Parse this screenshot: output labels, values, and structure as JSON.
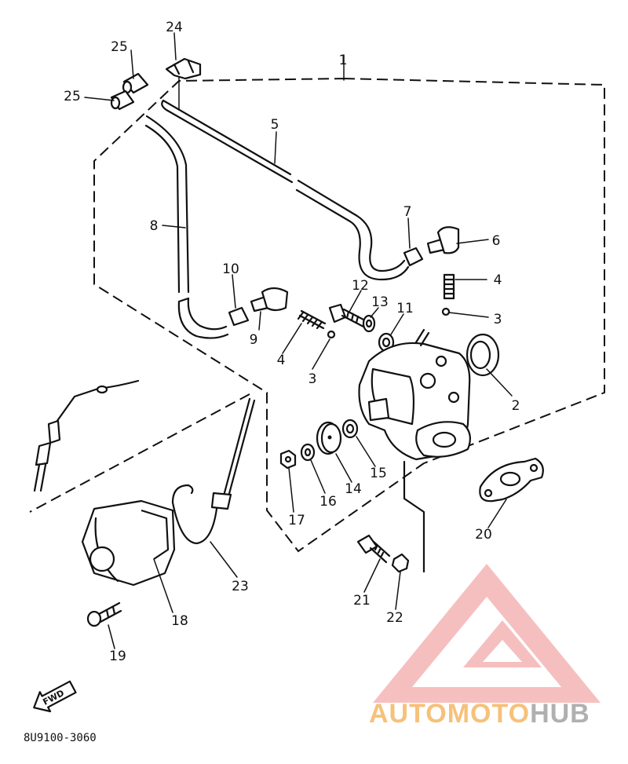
{
  "diagram": {
    "part_numbers": [
      "1",
      "2",
      "3",
      "3",
      "4",
      "4",
      "5",
      "6",
      "7",
      "8",
      "9",
      "10",
      "11",
      "12",
      "13",
      "14",
      "15",
      "16",
      "17",
      "18",
      "19",
      "20",
      "21",
      "22",
      "23",
      "24",
      "25",
      "25"
    ],
    "fwd_label": "FWD",
    "catalog_code": "8U9100-3060"
  },
  "watermark": {
    "text_part1": "AUTOMOTO",
    "text_part2": "HUB",
    "colors": {
      "logo": "#f2a0a0",
      "text_orange": "#f6c17a",
      "text_gray": "#b0b0b0"
    }
  }
}
